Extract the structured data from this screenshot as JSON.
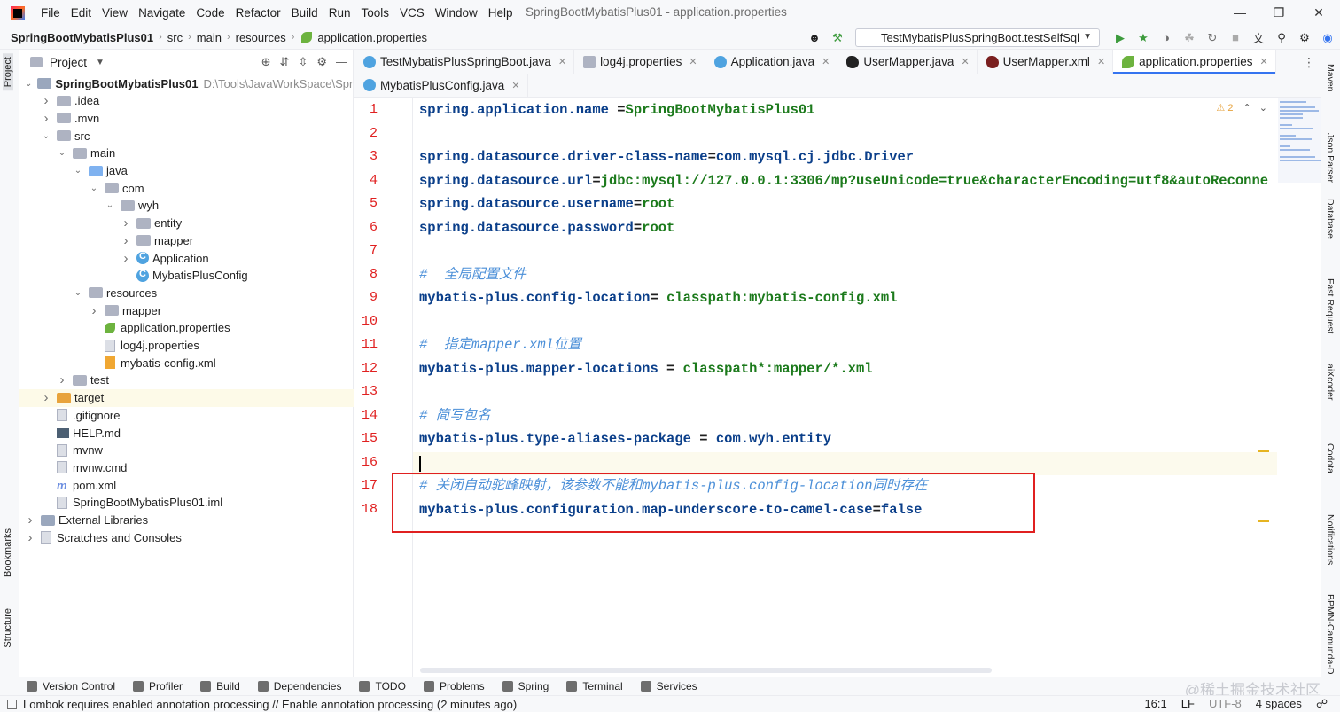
{
  "window": {
    "title": "SpringBootMybatisPlus01 - application.properties"
  },
  "menu": [
    "File",
    "Edit",
    "View",
    "Navigate",
    "Code",
    "Refactor",
    "Build",
    "Run",
    "Tools",
    "VCS",
    "Window",
    "Help"
  ],
  "breadcrumb": {
    "project": "SpringBootMybatisPlus01",
    "items": [
      "src",
      "main",
      "resources",
      "application.properties"
    ]
  },
  "run_config": {
    "label": "TestMybatisPlusSpringBoot.testSelfSql"
  },
  "left_stripe": {
    "top": "Project",
    "bookmarks": "Bookmarks",
    "structure": "Structure"
  },
  "project_panel": {
    "title": "Project",
    "root_path": "D:\\Tools\\JavaWorkSpace\\Sprin",
    "tree": [
      {
        "label": "SpringBootMybatisPlus01",
        "depth": 0,
        "expanded": true,
        "icon": "module-folder-icon"
      },
      {
        "label": ".idea",
        "depth": 1,
        "expanded": false,
        "icon": "folder-icon"
      },
      {
        "label": ".mvn",
        "depth": 1,
        "expanded": false,
        "icon": "folder-icon"
      },
      {
        "label": "src",
        "depth": 1,
        "expanded": true,
        "icon": "folder-icon"
      },
      {
        "label": "main",
        "depth": 2,
        "expanded": true,
        "icon": "folder-icon"
      },
      {
        "label": "java",
        "depth": 3,
        "expanded": true,
        "icon": "source-folder-icon"
      },
      {
        "label": "com",
        "depth": 4,
        "expanded": true,
        "icon": "package-icon"
      },
      {
        "label": "wyh",
        "depth": 5,
        "expanded": true,
        "icon": "package-icon"
      },
      {
        "label": "entity",
        "depth": 6,
        "expanded": false,
        "icon": "package-icon"
      },
      {
        "label": "mapper",
        "depth": 6,
        "expanded": false,
        "icon": "package-icon"
      },
      {
        "label": "Application",
        "depth": 6,
        "expanded": false,
        "icon": "spring-class-icon"
      },
      {
        "label": "MybatisPlusConfig",
        "depth": 6,
        "expanded": null,
        "icon": "class-icon"
      },
      {
        "label": "resources",
        "depth": 3,
        "expanded": true,
        "icon": "resources-folder-icon"
      },
      {
        "label": "mapper",
        "depth": 4,
        "expanded": false,
        "icon": "folder-icon"
      },
      {
        "label": "application.properties",
        "depth": 4,
        "expanded": null,
        "icon": "spring-properties-icon"
      },
      {
        "label": "log4j.properties",
        "depth": 4,
        "expanded": null,
        "icon": "properties-icon"
      },
      {
        "label": "mybatis-config.xml",
        "depth": 4,
        "expanded": null,
        "icon": "xml-icon"
      },
      {
        "label": "test",
        "depth": 2,
        "expanded": false,
        "icon": "folder-icon"
      },
      {
        "label": "target",
        "depth": 1,
        "expanded": false,
        "icon": "excluded-folder-icon"
      },
      {
        "label": ".gitignore",
        "depth": 1,
        "expanded": null,
        "icon": "gitignore-icon"
      },
      {
        "label": "HELP.md",
        "depth": 1,
        "expanded": null,
        "icon": "markdown-icon"
      },
      {
        "label": "mvnw",
        "depth": 1,
        "expanded": null,
        "icon": "file-icon"
      },
      {
        "label": "mvnw.cmd",
        "depth": 1,
        "expanded": null,
        "icon": "file-icon"
      },
      {
        "label": "pom.xml",
        "depth": 1,
        "expanded": null,
        "icon": "maven-icon"
      },
      {
        "label": "SpringBootMybatisPlus01.iml",
        "depth": 1,
        "expanded": null,
        "icon": "file-icon"
      },
      {
        "label": "External Libraries",
        "depth": 0,
        "expanded": false,
        "icon": "libraries-icon"
      },
      {
        "label": "Scratches and Consoles",
        "depth": 0,
        "expanded": false,
        "icon": "scratches-icon"
      }
    ]
  },
  "tabs_row1": [
    {
      "label": "TestMybatisPlusSpringBoot.java",
      "icon": "class-icon"
    },
    {
      "label": "log4j.properties",
      "icon": "properties-icon"
    },
    {
      "label": "Application.java",
      "icon": "class-icon"
    },
    {
      "label": "UserMapper.java",
      "icon": "mybatis-icon"
    },
    {
      "label": "UserMapper.xml",
      "icon": "mybatis-xml-icon"
    },
    {
      "label": "application.properties",
      "icon": "spring-properties-icon",
      "active": true
    }
  ],
  "tabs_row2": [
    {
      "label": "MybatisPlusConfig.java",
      "icon": "class-icon"
    }
  ],
  "editor": {
    "warning_count": "2",
    "lines": [
      {
        "n": "1",
        "key": "spring.application.name",
        "sep": " =",
        "value": "SpringBootMybatisPlus01"
      },
      {
        "n": "2"
      },
      {
        "n": "3",
        "key": "spring.datasource.driver-class-name",
        "sep": "=",
        "value": "com.mysql.cj.jdbc.Driver"
      },
      {
        "n": "4",
        "key": "spring.datasource.url",
        "sep": "=",
        "value": "jdbc:mysql://127.0.0.1:3306/mp?useUnicode=true&characterEncoding=utf8&autoReconne"
      },
      {
        "n": "5",
        "key": "spring.datasource.username",
        "sep": "=",
        "value": "root"
      },
      {
        "n": "6",
        "key": "spring.datasource.password",
        "sep": "=",
        "value": "root"
      },
      {
        "n": "7"
      },
      {
        "n": "8",
        "comment": "#  全局配置文件"
      },
      {
        "n": "9",
        "key": "mybatis-plus.config-location",
        "sep": "= ",
        "value": "classpath:mybatis-config.xml"
      },
      {
        "n": "10"
      },
      {
        "n": "11",
        "comment": "#  指定mapper.xml位置"
      },
      {
        "n": "12",
        "key": "mybatis-plus.mapper-locations",
        "sep": " = ",
        "value": "classpath*:mapper/*.xml"
      },
      {
        "n": "13"
      },
      {
        "n": "14",
        "comment": "# 简写包名"
      },
      {
        "n": "15",
        "key": "mybatis-plus.type-aliases-package",
        "sep": " = ",
        "value": "com.wyh.entity"
      },
      {
        "n": "16"
      },
      {
        "n": "17",
        "comment": "# 关闭自动驼峰映射，该参数不能和mybatis-plus.config-location同时存在"
      },
      {
        "n": "18",
        "key": "mybatis-plus.configuration.map-underscore-to-camel-case",
        "sep": "=",
        "value": "false"
      }
    ]
  },
  "right_stripe": [
    "Maven",
    "Json Parser",
    "Database",
    "Fast Request",
    "aiXcoder",
    "Codota",
    "Notifications",
    "BPMN-Camunda-D"
  ],
  "bottom_tools": [
    "Version Control",
    "Profiler",
    "Build",
    "Dependencies",
    "TODO",
    "Problems",
    "Spring",
    "Terminal",
    "Services"
  ],
  "watermark": "@稀土掘金技术社区",
  "status": {
    "message": "Lombok requires enabled annotation processing // Enable annotation processing (2 minutes ago)",
    "position": "16:1",
    "line_sep": "LF",
    "encoding": "UTF-8",
    "indent": "4 spaces"
  }
}
